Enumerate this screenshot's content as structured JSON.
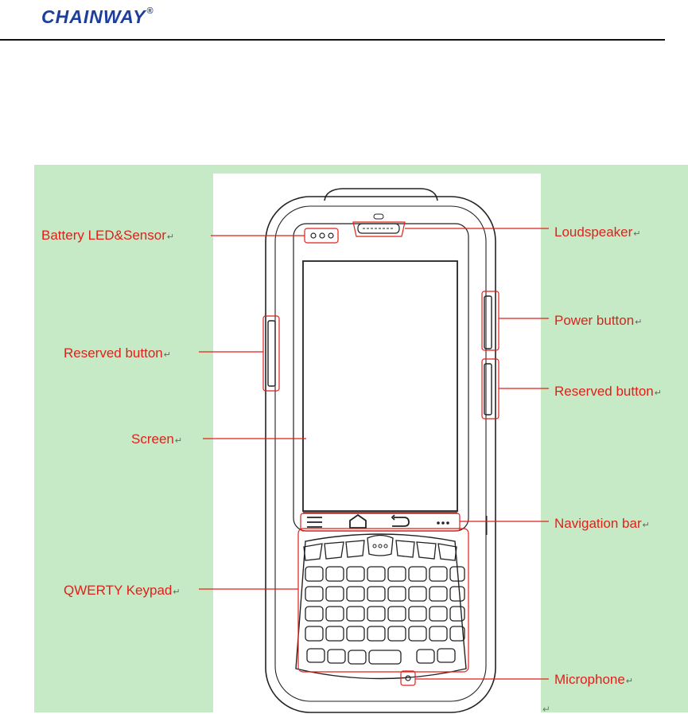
{
  "header": {
    "logo_text": "CHAINWAY",
    "logo_mark": "®",
    "logo_color": "#1d3f9b"
  },
  "colors": {
    "panel_bg": "#c6eac6",
    "callout": "#e0201a",
    "outline": "#222222"
  },
  "labels": {
    "battery_led": "Battery LED&Sensor",
    "loudspeaker": "Loudspeaker",
    "power_button": "Power button",
    "reserved_left": "Reserved button",
    "reserved_right": "Reserved button",
    "screen": "Screen",
    "navigation_bar": "Navigation bar",
    "qwerty_keypad": "QWERTY Keypad",
    "microphone": "Microphone"
  },
  "return_mark": "↵"
}
